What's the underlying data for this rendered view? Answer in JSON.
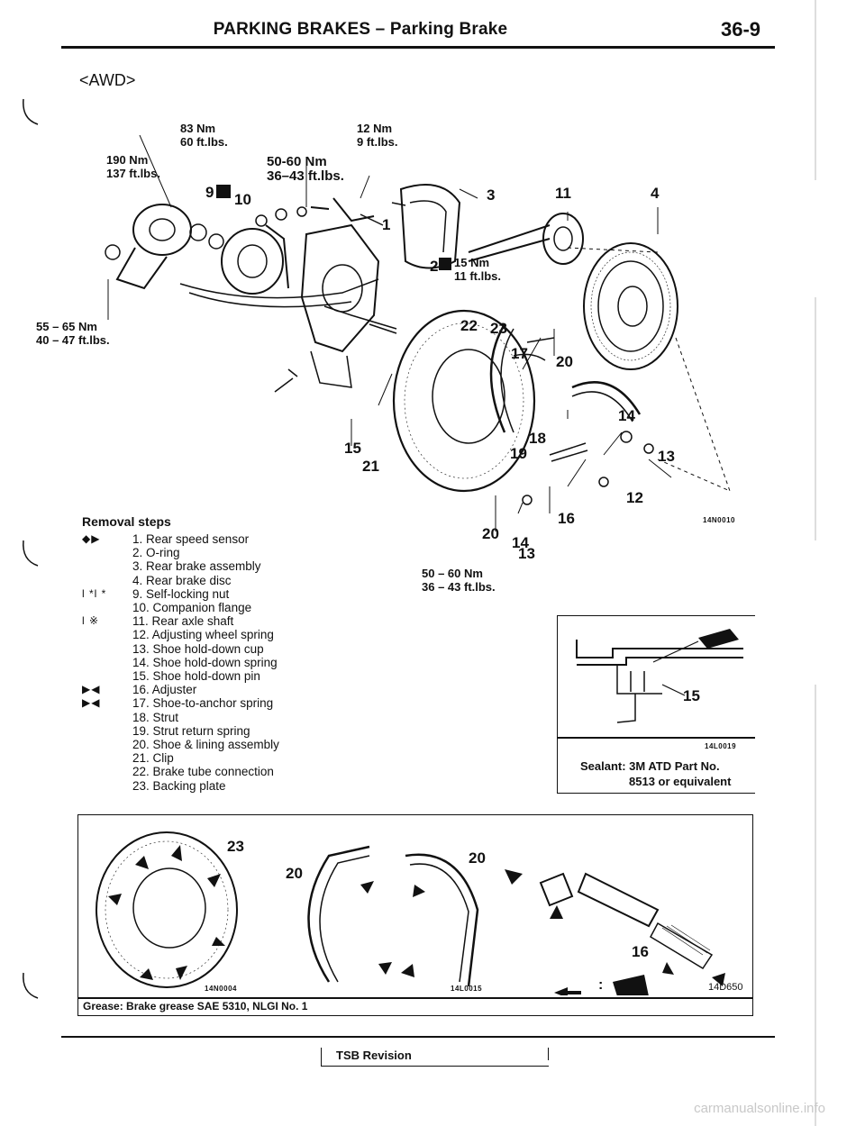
{
  "header": {
    "title": "PARKING BRAKES – Parking Brake",
    "page_number": "36-9"
  },
  "variant": "<AWD>",
  "main_diagram": {
    "torques": {
      "t83": {
        "line1": "83 Nm",
        "line2": "60 ft.lbs."
      },
      "t12": {
        "line1": "12 Nm",
        "line2": "9 ft.lbs."
      },
      "t190": {
        "line1": "190 Nm",
        "line2": "137 ft.lbs."
      },
      "t50": {
        "line1": "50-60 Nm",
        "line2": "36–43 ft.lbs."
      },
      "t15": {
        "line1": "15 Nm",
        "line2": "11 ft.lbs."
      },
      "t55": {
        "line1": "55 – 65 Nm",
        "line2": "40 – 47 ft.lbs."
      },
      "t50b": {
        "line1": "50 – 60 Nm",
        "line2": "36 – 43 ft.lbs."
      }
    },
    "callouts": {
      "c1": "1",
      "c2": "2",
      "c3": "3",
      "c4": "4",
      "c9": "9",
      "c10": "10",
      "c11": "11",
      "c12": "12",
      "c13": "13",
      "c13b": "13",
      "c14": "14",
      "c14b": "14",
      "c15": "15",
      "c16": "16",
      "c17": "17",
      "c18": "18",
      "c19": "19",
      "c20": "20",
      "c20b": "20",
      "c21": "21",
      "c22": "22",
      "c23": "23"
    },
    "figure_code": "14N0010"
  },
  "removal": {
    "title": "Removal steps",
    "steps": [
      {
        "mark": "◆▶",
        "text": "1. Rear speed sensor"
      },
      {
        "mark": "",
        "text": "2. O-ring"
      },
      {
        "mark": "",
        "text": "3. Rear brake assembly"
      },
      {
        "mark": "",
        "text": "4. Rear brake disc"
      },
      {
        "mark": "l *l *",
        "text": "9. Self-locking nut"
      },
      {
        "mark": "",
        "text": "10. Companion flange"
      },
      {
        "mark": "l ※",
        "text": "11. Rear axle shaft"
      },
      {
        "mark": "",
        "text": "12. Adjusting wheel spring"
      },
      {
        "mark": "",
        "text": "13. Shoe hold-down cup"
      },
      {
        "mark": "",
        "text": "14. Shoe hold-down spring"
      },
      {
        "mark": "",
        "text": "15. Shoe hold-down pin"
      },
      {
        "mark": "▶◀",
        "text": "16. Adjuster"
      },
      {
        "mark": "▶◀",
        "text": "17. Shoe-to-anchor spring"
      },
      {
        "mark": "",
        "text": "18. Strut"
      },
      {
        "mark": "",
        "text": "19. Strut return spring"
      },
      {
        "mark": "",
        "text": "20. Shoe & lining assembly"
      },
      {
        "mark": "",
        "text": "21. Clip"
      },
      {
        "mark": "",
        "text": "22. Brake tube connection"
      },
      {
        "mark": "",
        "text": "23. Backing plate"
      }
    ]
  },
  "sealant_panel": {
    "callout": "15",
    "figure_code": "14L0019",
    "line1": "Sealant: 3M ATD Part No.",
    "line2": "8513 or equivalent"
  },
  "grease_panel": {
    "callouts": {
      "c23": "23",
      "c20a": "20",
      "c20b": "20",
      "c16": "16"
    },
    "fig_code_a": "14N0004",
    "fig_code_b": "14L0015",
    "fig_code_c": "14D650",
    "legend_colon": ":",
    "note": "Grease: Brake grease SAE 5310, NLGI No. 1"
  },
  "footer": {
    "tsb": "TSB Revision"
  },
  "watermark": "carmanualsonline.info"
}
